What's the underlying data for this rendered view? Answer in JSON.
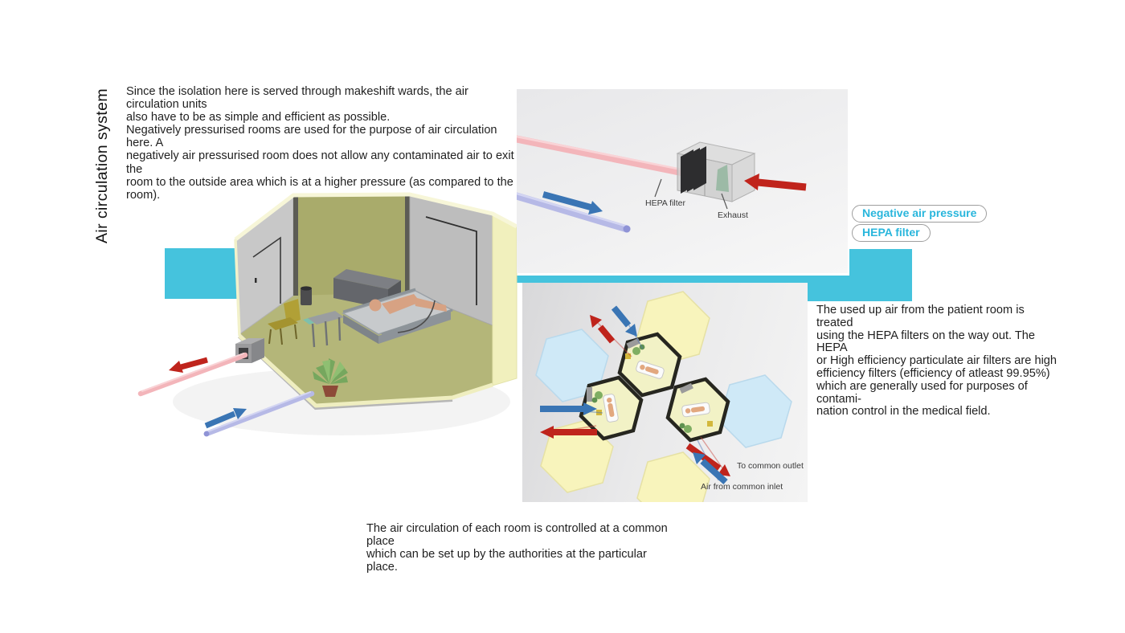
{
  "page": {
    "vertical_title": "Air circulation system"
  },
  "intro_paragraph": "Since the isolation here is served through makeshift wards, the air circulation units\nalso have to be as simple and efficient as possible.\nNegatively pressurised rooms are used for the purpose of air circulation here. A\nnegatively air pressurised room does not allow any contaminated air to exit the\nroom to the outside area which is at a higher pressure (as compared to the room).",
  "tags": {
    "negative_pressure": "Negative air pressure",
    "hepa": "HEPA filter"
  },
  "filter_diagram": {
    "hepa_label": "HEPA filter",
    "exhaust_label": "Exhaust"
  },
  "hepa_paragraph": "The used up air from the patient room is treated\nusing the HEPA filters on the way out. The HEPA\nor High efficiency particulate air filters are high\nefficiency filters (efficiency of atleast 99.95%)\nwhich are generally used for purposes of contami-\nnation control in the medical field.",
  "cluster_diagram": {
    "outlet_label": "To common outlet",
    "inlet_label": "Air from common inlet"
  },
  "caption": "The air circulation of each room is controlled at a common place\nwhich can be set up by the authorities at the particular place.",
  "colors": {
    "accent_cyan_band": "#45c3dd",
    "tag_text_cyan": "#29b6dc",
    "arrow_red": "#bf241c",
    "arrow_blue": "#3a75b4",
    "tube_pink": "#f3b5ba",
    "tube_lavender": "#b6b9e6",
    "wall_olive": "#a9ab6b",
    "wall_pale_yellow": "#f1f0bd",
    "hex_yellow": "#f8f4bc",
    "hex_blue": "#cfe9f7"
  }
}
